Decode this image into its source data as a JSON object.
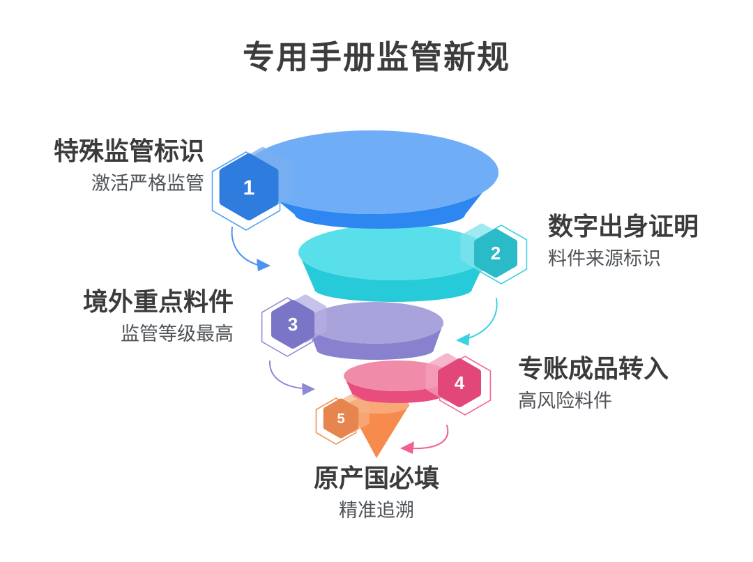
{
  "title": "专用手册监管新规",
  "funnel": {
    "levels": [
      {
        "number": "1",
        "heading": "特殊监管标识",
        "subheading": "激活严格监管",
        "side": "left",
        "colors": {
          "top": "#6FAEF7",
          "body": "#2E86F0",
          "badge": "#2D7CDE",
          "ghost": "#79AFEF",
          "outline": "#59A3F0",
          "arrow": "#4B93EE"
        }
      },
      {
        "number": "2",
        "heading": "数字出身证明",
        "subheading": "料件来源标识",
        "side": "right",
        "colors": {
          "top": "#59DFE9",
          "body": "#27CAD9",
          "badge": "#2ABAC8",
          "ghost": "#7FE4EC",
          "outline": "#3DD2E0",
          "arrow": "#3BD2E1"
        }
      },
      {
        "number": "3",
        "heading": "境外重点料件",
        "subheading": "监管等级最高",
        "side": "left",
        "colors": {
          "top": "#A9A3DB",
          "body": "#8781CE",
          "badge": "#7B75C7",
          "ghost": "#B4AEE3",
          "outline": "#938DD6",
          "arrow": "#8E88D8"
        }
      },
      {
        "number": "4",
        "heading": "专账成品转入",
        "subheading": "高风险料件",
        "side": "right",
        "colors": {
          "top": "#F08CA9",
          "body": "#E94D7D",
          "badge": "#E2477A",
          "ghost": "#F4A0BC",
          "outline": "#F06C97",
          "arrow": "#F0618F"
        }
      },
      {
        "number": "5",
        "heading": "原产国必填",
        "subheading": "精准追溯",
        "side": "bottom",
        "colors": {
          "top": "#F9A878",
          "body": "#F78B4E",
          "badge": "#E7854E",
          "ghost": "#F6B183",
          "outline": "#F09560"
        }
      }
    ]
  },
  "text_colors": {
    "title": "#3c3c3c",
    "heading": "#3b3b3b",
    "subheading": "#4e5358"
  },
  "background": "#ffffff"
}
